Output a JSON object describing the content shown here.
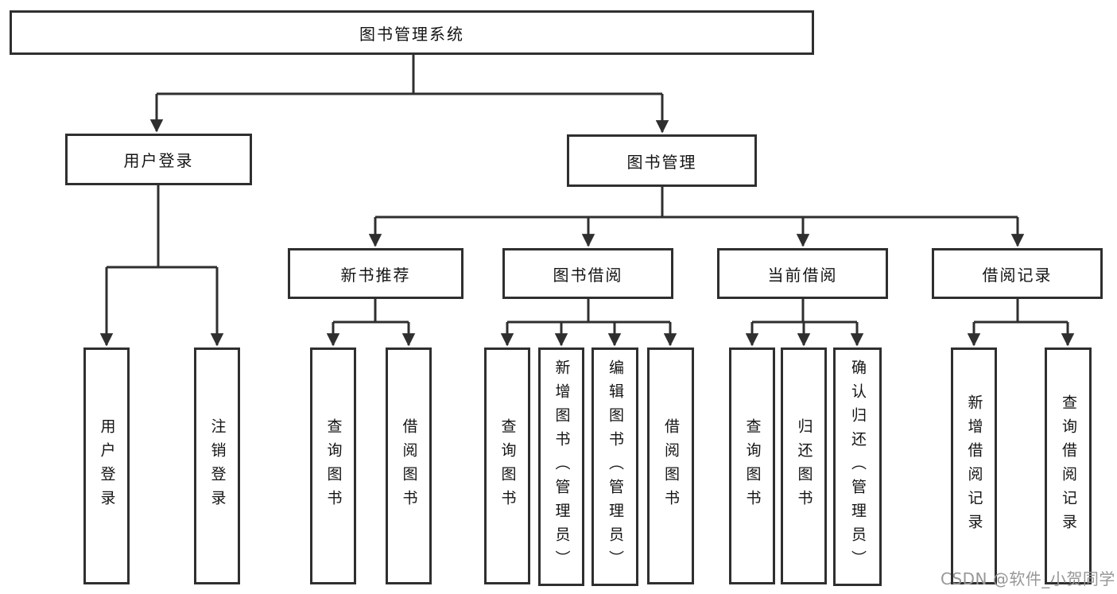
{
  "diagram": {
    "type": "hierarchy-tree",
    "colors": {
      "line": "#2f2f2f",
      "box_border": "#2f2f2f",
      "box_fill": "#ffffff",
      "text": "#141414",
      "background": "#ffffff",
      "watermark": "#979797"
    },
    "tree": {
      "label": "图书管理系统",
      "children": [
        {
          "label": "用户登录",
          "children": [
            {
              "label": "用户登录"
            },
            {
              "label": "注销登录"
            }
          ]
        },
        {
          "label": "图书管理",
          "children": [
            {
              "label": "新书推荐",
              "children": [
                {
                  "label": "查询图书"
                },
                {
                  "label": "借阅图书"
                }
              ]
            },
            {
              "label": "图书借阅",
              "children": [
                {
                  "label": "查询图书"
                },
                {
                  "label": "新增图书（管理员）"
                },
                {
                  "label": "编辑图书（管理员）"
                },
                {
                  "label": "借阅图书"
                }
              ]
            },
            {
              "label": "当前借阅",
              "children": [
                {
                  "label": "查询图书"
                },
                {
                  "label": "归还图书"
                },
                {
                  "label": "确认归还（管理员）"
                }
              ]
            },
            {
              "label": "借阅记录",
              "children": [
                {
                  "label": "新增借阅记录"
                },
                {
                  "label": "查询借阅记录"
                }
              ]
            }
          ]
        }
      ]
    },
    "watermark": {
      "text": "CSDN @软件_小贺同学"
    }
  }
}
